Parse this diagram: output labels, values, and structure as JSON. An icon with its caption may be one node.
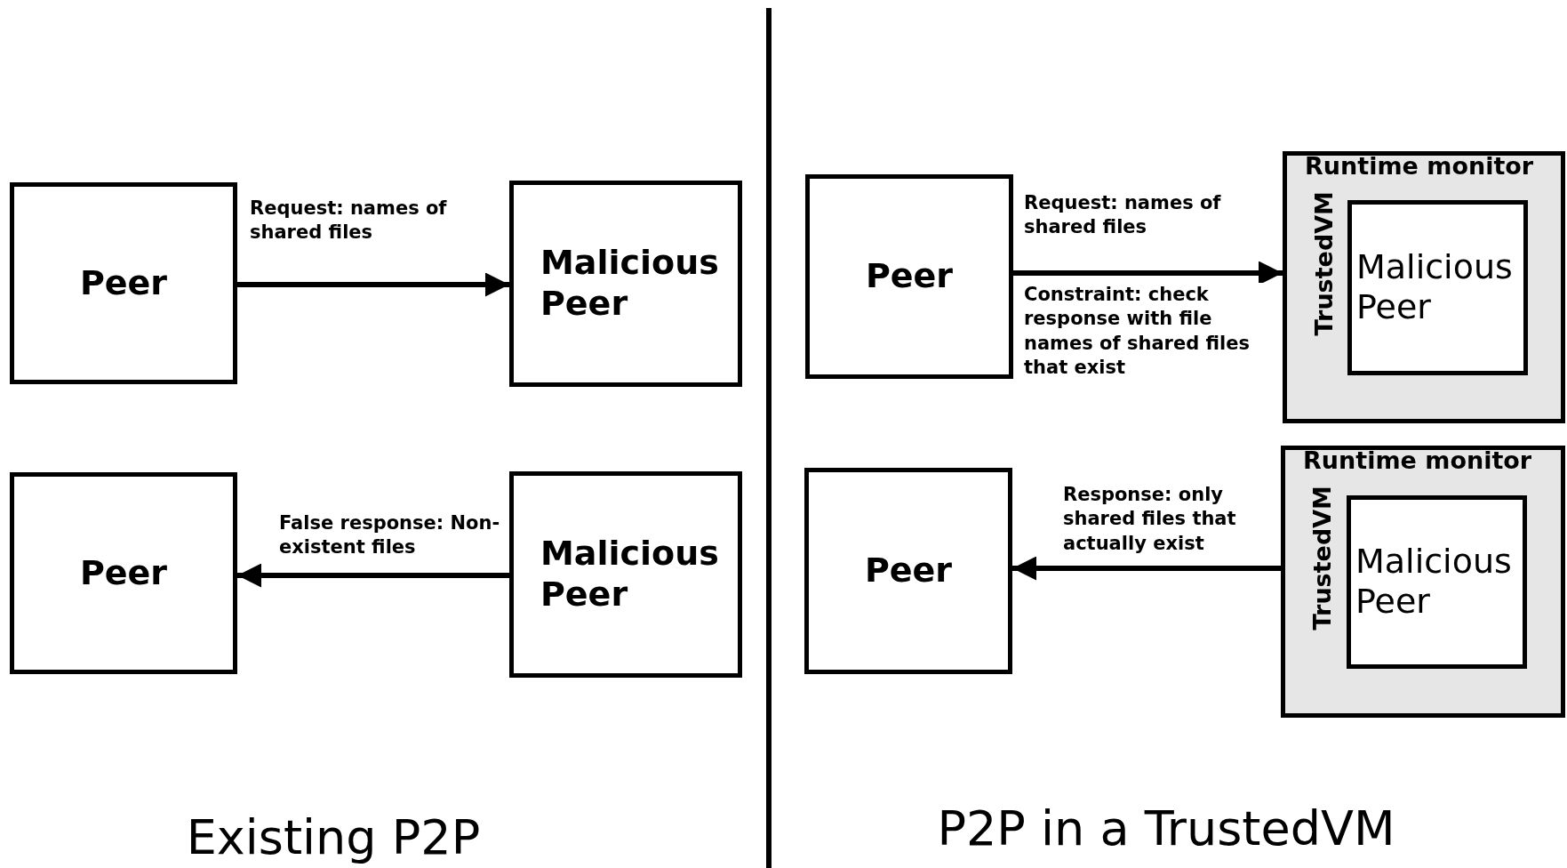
{
  "diagram": {
    "nodes": [
      {
        "text": [
          "Peer"
        ]
      },
      {
        "text": [
          "Malicious Peer"
        ]
      },
      {
        "text": [
          "Peer"
        ]
      },
      {
        "text": [
          "Malicious Peer"
        ]
      },
      {
        "text": [
          "Peer"
        ]
      },
      {
        "text": [
          "Runtime monitor",
          "TrustedVM"
        ]
      },
      {
        "text": [
          "Malicious Peer"
        ],
        "in": 5
      },
      {
        "text": [
          "Peer"
        ]
      },
      {
        "text": [
          "Runtime monitor",
          "TrustedVM"
        ]
      },
      {
        "text": [
          "Malicious Peer"
        ],
        "in": 8
      }
    ],
    "edges": [
      {
        "from": 0,
        "to": 1,
        "arrow": "to",
        "label": "Request: names of shared files"
      },
      {
        "from": 3,
        "to": 2,
        "arrow": "to",
        "label": "False response: Non-existent files"
      },
      {
        "from": 4,
        "to": 5,
        "arrow": "to",
        "label": "Request: names of shared files"
      },
      {
        "from": 8,
        "to": 7,
        "arrow": "to",
        "label": "Response: only shared files that actually exist"
      }
    ],
    "labels": [
      "Constraint: check response with file names of shared files that exist",
      "Existing P2P",
      "P2P in a TrustedVM"
    ]
  }
}
